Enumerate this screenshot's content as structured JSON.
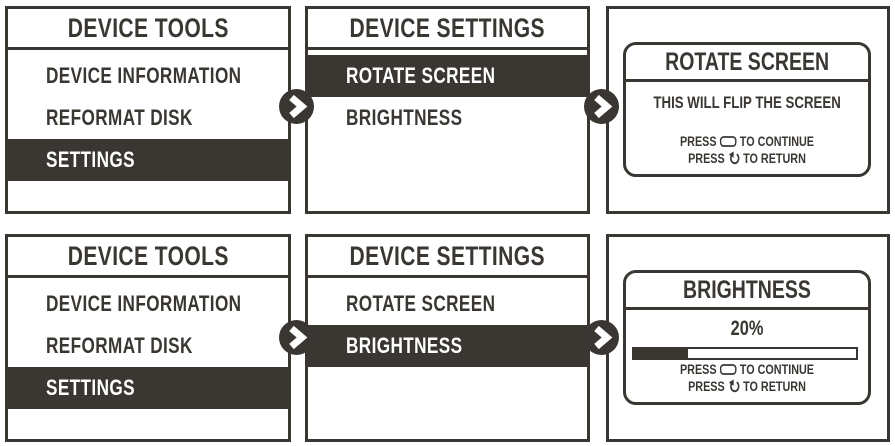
{
  "colors": {
    "ink": "#3a3733",
    "highlight_text": "#ffffff"
  },
  "flow_rows": [
    {
      "screens": [
        {
          "title": "DEVICE TOOLS",
          "items": [
            {
              "label": "DEVICE INFORMATION",
              "highlighted": false
            },
            {
              "label": "REFORMAT DISK",
              "highlighted": false
            },
            {
              "label": "SETTINGS",
              "highlighted": true
            }
          ]
        },
        {
          "title": "DEVICE SETTINGS",
          "items": [
            {
              "label": "ROTATE SCREEN",
              "highlighted": true
            },
            {
              "label": "BRIGHTNESS",
              "highlighted": false
            }
          ]
        },
        {
          "title": "ROTATE SCREEN",
          "message": "THIS WILL FLIP THE SCREEN",
          "hints": [
            {
              "pre": "PRESS",
              "icon": "ok-button-icon",
              "post": "TO CONTINUE"
            },
            {
              "pre": "PRESS",
              "icon": "return-arrow-icon",
              "post": "TO RETURN"
            }
          ]
        }
      ]
    },
    {
      "screens": [
        {
          "title": "DEVICE TOOLS",
          "items": [
            {
              "label": "DEVICE INFORMATION",
              "highlighted": false
            },
            {
              "label": "REFORMAT DISK",
              "highlighted": false
            },
            {
              "label": "SETTINGS",
              "highlighted": true
            }
          ]
        },
        {
          "title": "DEVICE SETTINGS",
          "items": [
            {
              "label": "ROTATE SCREEN",
              "highlighted": false
            },
            {
              "label": "BRIGHTNESS",
              "highlighted": true
            }
          ]
        },
        {
          "title": "BRIGHTNESS",
          "value": "20%",
          "progress_fill_percent": 25,
          "hints": [
            {
              "pre": "PRESS",
              "icon": "ok-button-icon",
              "post": "TO CONTINUE"
            },
            {
              "pre": "PRESS",
              "icon": "return-arrow-icon",
              "post": "TO RETURN"
            }
          ]
        }
      ]
    }
  ]
}
